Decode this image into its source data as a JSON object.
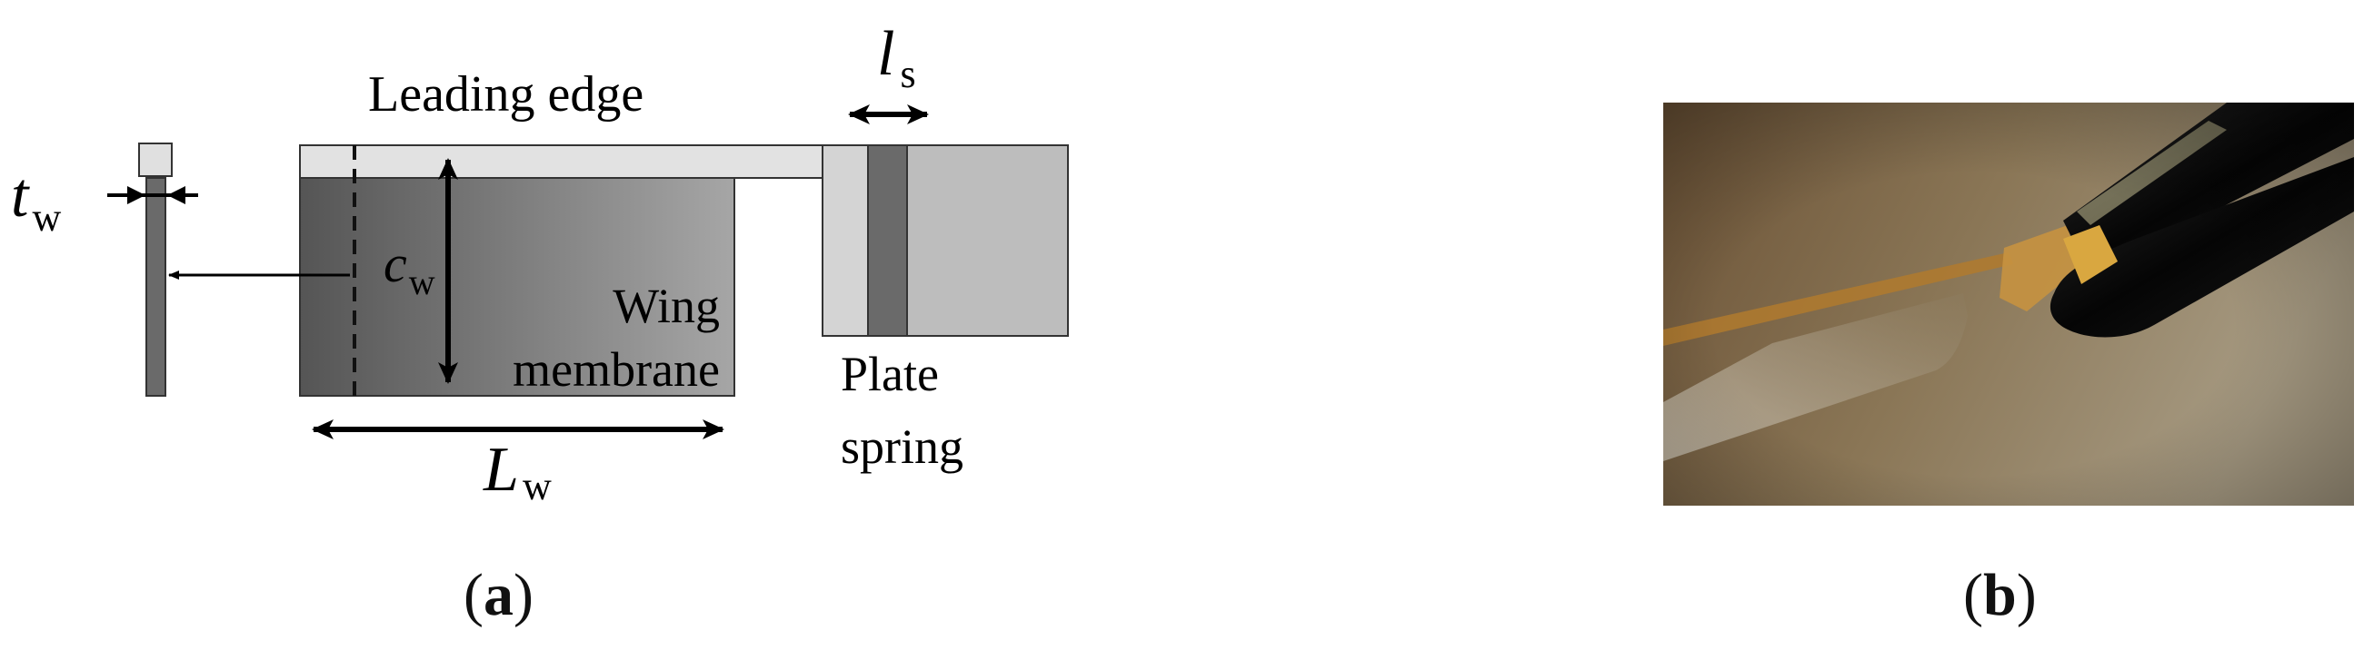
{
  "panel_a": {
    "label_letter": "a",
    "text": {
      "leading_edge": "Leading edge",
      "ls_main": "l",
      "ls_sub": "s",
      "tw_main": "t",
      "tw_sub": "w",
      "cw_main": "c",
      "cw_sub": "w",
      "wing_line1": "Wing",
      "wing_line2": "membrane",
      "Lw_main": "L",
      "Lw_sub": "w",
      "plate_line1": "Plate",
      "plate_line2": "spring"
    }
  },
  "panel_b": {
    "label_letter": "b"
  },
  "colors": {
    "leading_edge_bar": "#e2e2e2",
    "membrane_dark": "#555555",
    "membrane_light": "#a6a6a6",
    "plate_spring": "#6a6a6a",
    "holder": "#bdbdbd",
    "edge_stroke": "#333333"
  }
}
